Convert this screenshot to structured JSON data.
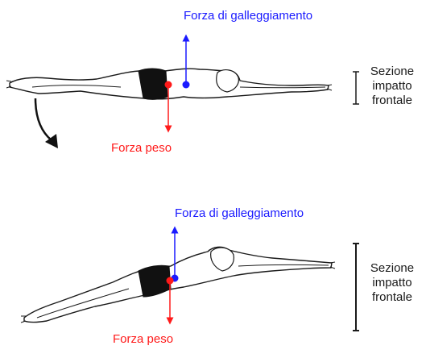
{
  "colors": {
    "buoyancy": "#1a1aff",
    "weight": "#ff1a1a",
    "outline": "#1a1a1a",
    "swimsuit": "#111111",
    "background": "#ffffff"
  },
  "panels": [
    {
      "buoyancy_label": "Forza di galleggiamento",
      "weight_label": "Forza peso",
      "section_label": [
        "Sezione",
        "impatto",
        "frontale"
      ]
    },
    {
      "buoyancy_label": "Forza di galleggiamento",
      "weight_label": "Forza peso",
      "section_label": [
        "Sezione",
        "impatto",
        "frontale"
      ]
    }
  ],
  "icons": {
    "rotation": "curved-arrow-icon",
    "swimmer": "swimmer-figure"
  }
}
